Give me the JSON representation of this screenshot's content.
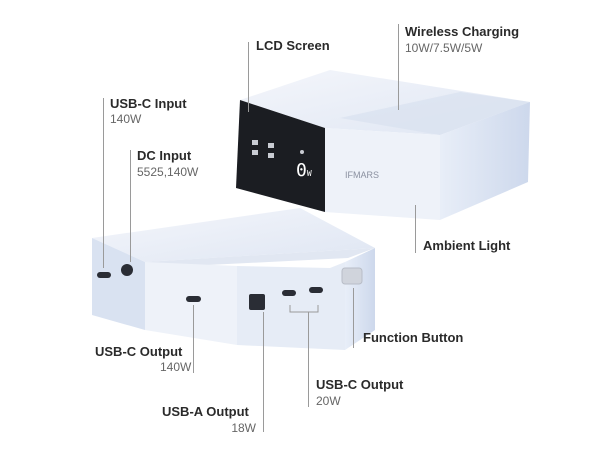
{
  "brand": "IFMARS",
  "screen": {
    "power_readout": "0",
    "unit": "W"
  },
  "callouts": {
    "lcd": {
      "title": "LCD Screen"
    },
    "wireless": {
      "title": "Wireless Charging",
      "spec": "10W/7.5W/5W"
    },
    "usbc_input": {
      "title": "USB-C Input",
      "spec": "140W"
    },
    "dc_input": {
      "title": "DC Input",
      "spec": "5525,140W"
    },
    "ambient": {
      "title": "Ambient Light"
    },
    "function_button": {
      "title": "Function Button"
    },
    "usbc_output_140": {
      "title": "USB-C Output",
      "spec": "140W"
    },
    "usbc_output_20": {
      "title": "USB-C Output",
      "spec": "20W"
    },
    "usba_output": {
      "title": "USB-A Output",
      "spec": "18W"
    }
  }
}
